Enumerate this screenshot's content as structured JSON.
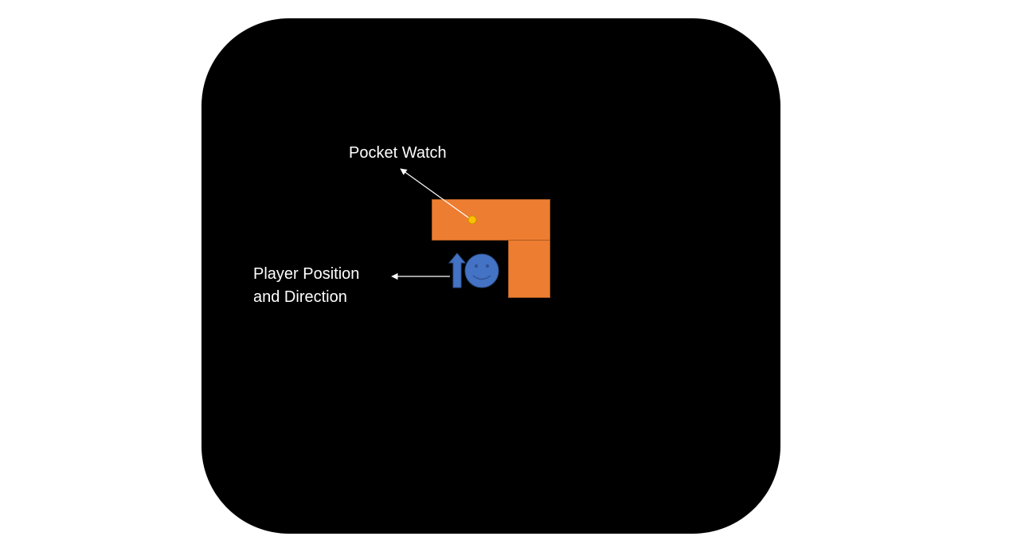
{
  "labels": {
    "pocket_watch": "Pocket Watch",
    "player_line1": "Player Position",
    "player_line2": "and Direction"
  },
  "colors": {
    "arena": "#000000",
    "block": "#ed7d31",
    "pocket_watch": "#ffc000",
    "player": "#4472c4",
    "annotation": "#ffffff"
  },
  "player": {
    "direction": "up"
  }
}
